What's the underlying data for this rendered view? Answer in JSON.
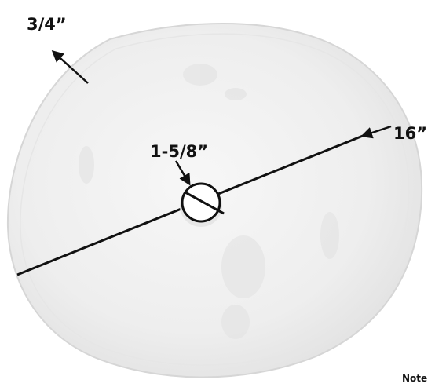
{
  "labels": {
    "thickness": "3/4”",
    "diameter": "16”",
    "drain": "1-5/8”",
    "note": "Note"
  },
  "colors": {
    "stone_fill": "#f1f1f1",
    "stone_rim": "#dcdcdc",
    "ink": "#111111"
  }
}
